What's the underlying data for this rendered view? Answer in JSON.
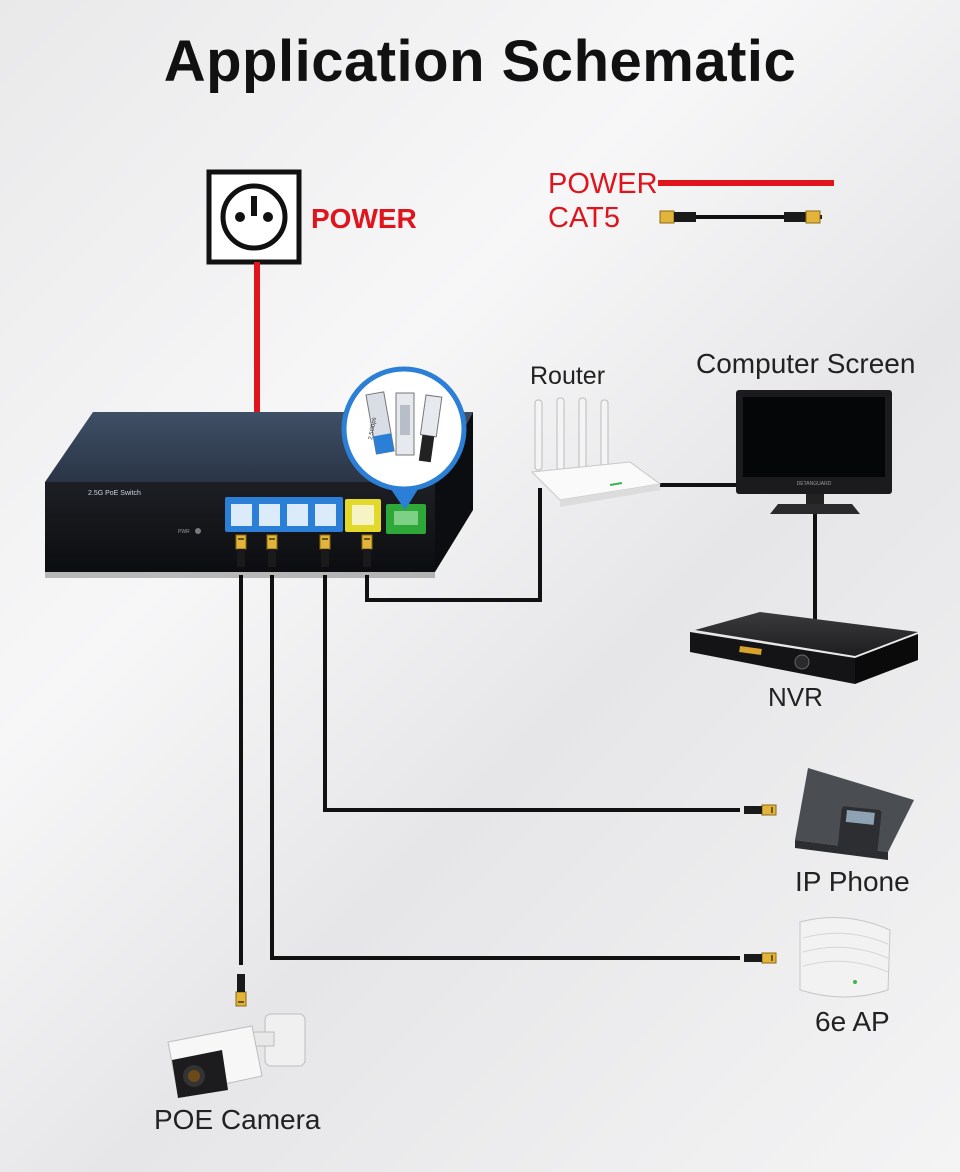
{
  "title": "Application Schematic",
  "legend": {
    "power_label": "POWER",
    "cat5_label": "CAT5",
    "power_color": "#e0141c",
    "cat5_color": "#111111"
  },
  "outlet": {
    "label": "POWER",
    "icon": "power-socket-icon"
  },
  "switch": {
    "model_label": "2.5G PoE Switch",
    "pwr_label": "PWR",
    "sfp_badge": "2.5Gbps"
  },
  "devices": {
    "router": "Router",
    "screen": "Computer Screen",
    "screen_brand": "DETANGUARD",
    "nvr": "NVR",
    "ip_phone": "IP Phone",
    "access_point": "6e AP",
    "camera": "POE Camera"
  }
}
